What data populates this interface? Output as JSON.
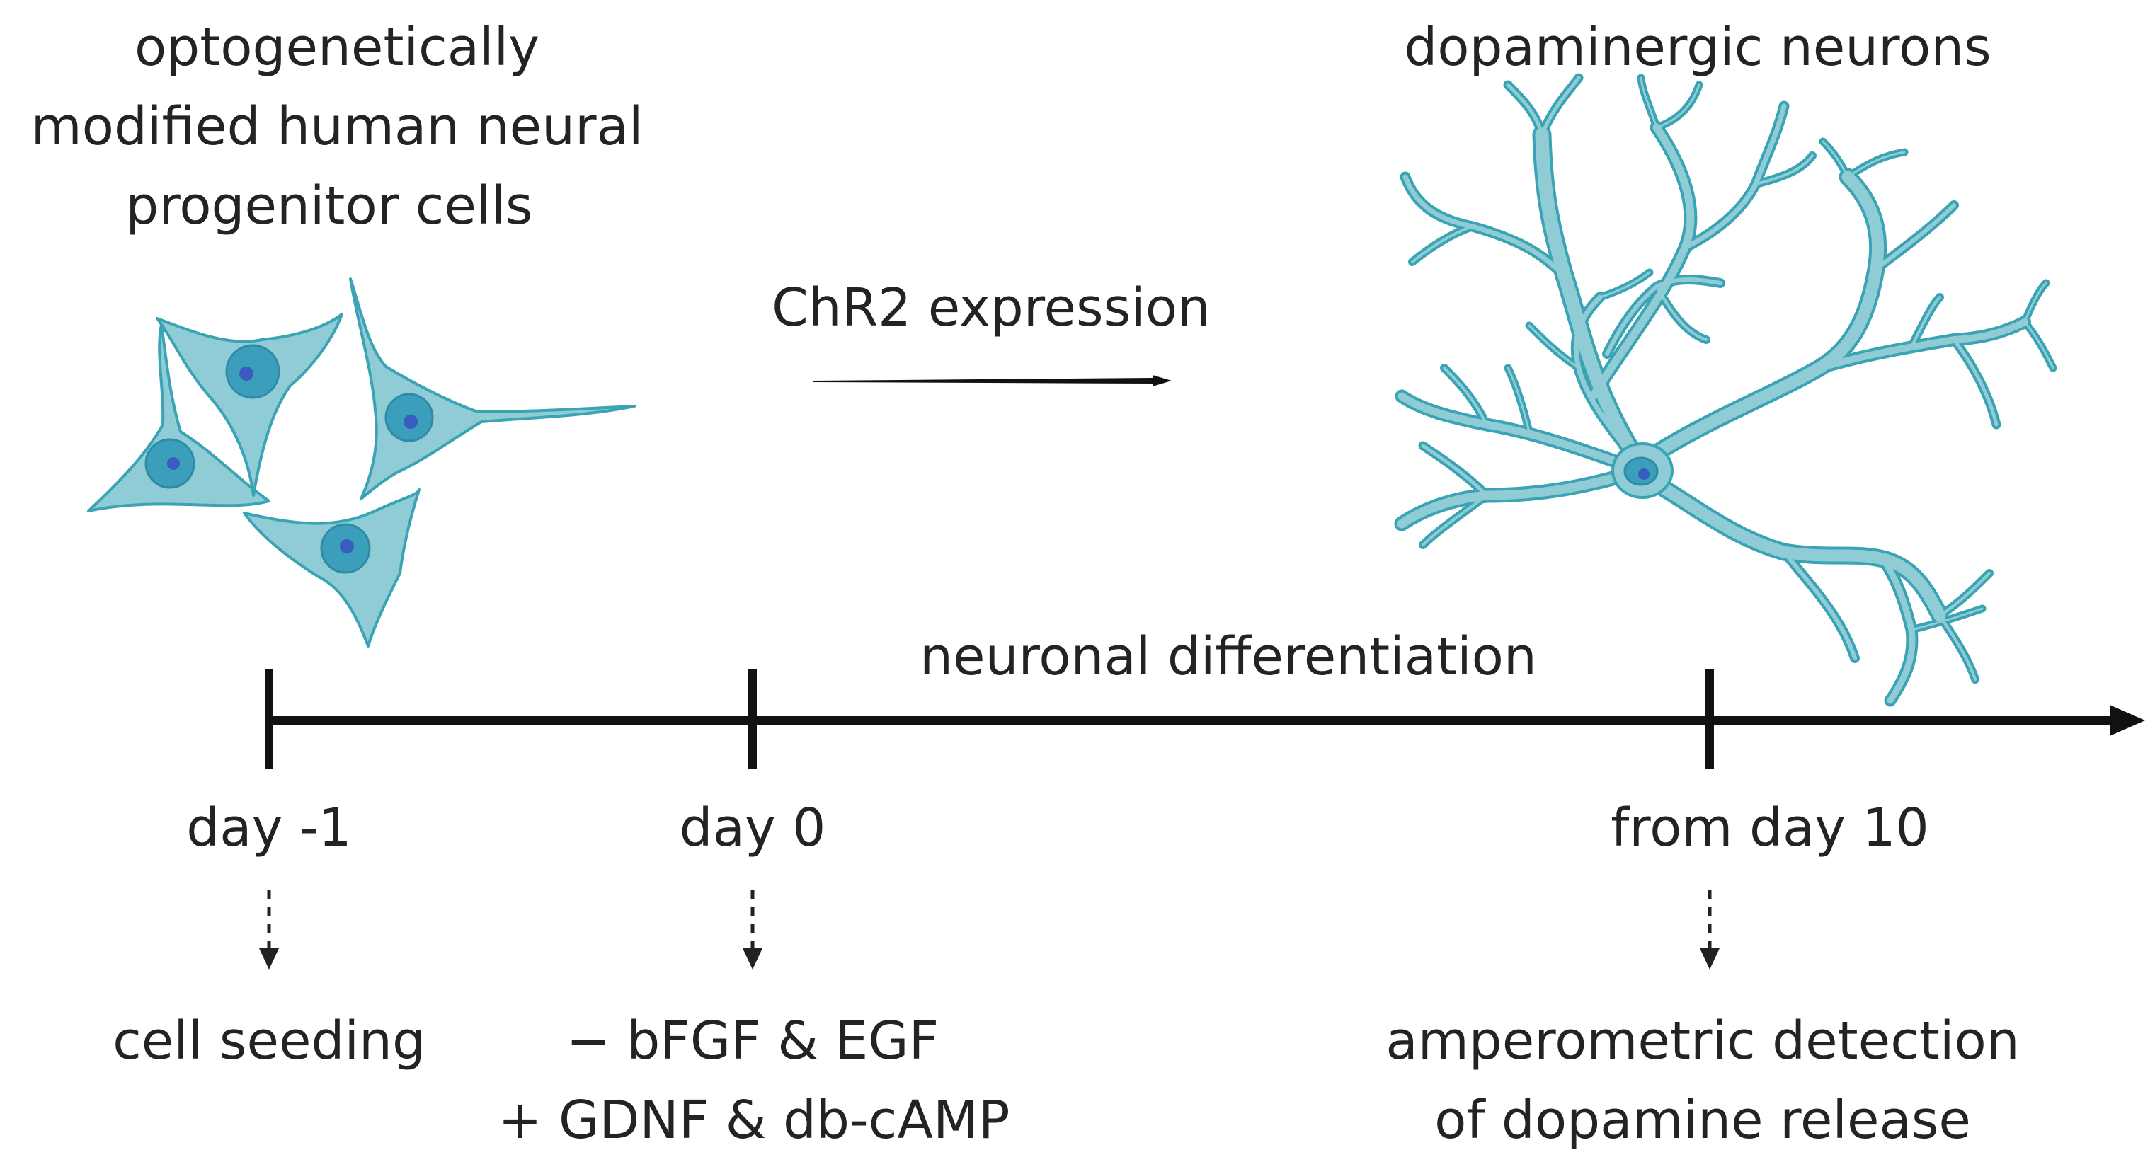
{
  "labels": {
    "progenitor_line1": "optogenetically",
    "progenitor_line2": "modified human neural",
    "progenitor_line3": "progenitor cells",
    "neurons": "dopaminergic neurons",
    "chr2": "ChR2 expression",
    "differentiation": "neuronal differentiation"
  },
  "timeline": {
    "steps": [
      {
        "day": "day -1",
        "action_line1": "cell seeding",
        "action_line2": ""
      },
      {
        "day": "day 0",
        "action_line1": "− bFGF & EGF",
        "action_line2": "+ GDNF & db-cAMP"
      },
      {
        "day": "from day 10",
        "action_line1": "amperometric detection",
        "action_line2": "of dopamine release"
      }
    ]
  },
  "colors": {
    "cell_fill": "#8fccd6",
    "cell_outline": "#3aa3b4",
    "nucleus": "#3b9fbb",
    "nucleolus": "#3a5bbf",
    "text": "#232323",
    "timeline": "#111111"
  }
}
